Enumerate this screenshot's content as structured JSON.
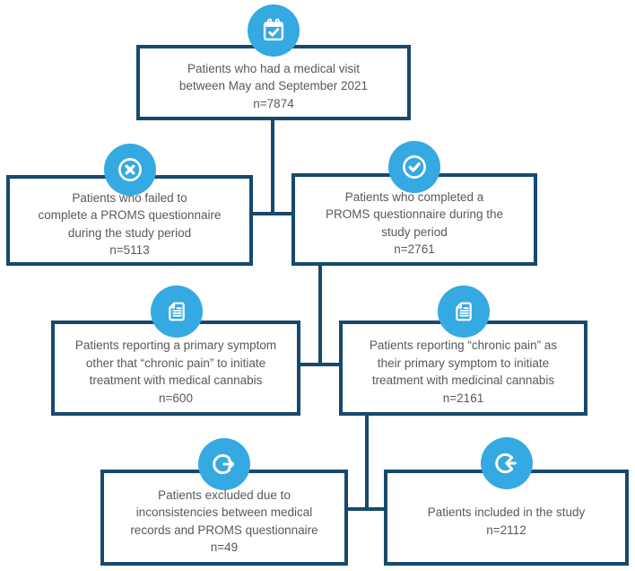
{
  "colors": {
    "box_border": "#17496D",
    "connector_line": "#17496D",
    "icon_circle_blue": "#35A9E1",
    "icon_glyph": "#FFFFFF",
    "body_text": "#58595B",
    "background": "#FFFFFF"
  },
  "flowchart": {
    "boxes": [
      {
        "id": "medical-visit",
        "icon": "calendar-check-icon",
        "n": "7874",
        "lines": [
          "Patients who had a medical visit",
          "between May and September 2021",
          "n=7874"
        ]
      },
      {
        "id": "failed-proms",
        "icon": "circle-x-icon",
        "n": "5113",
        "lines": [
          "Patients who failed to",
          "complete a PROMS questionnaire",
          "during the study period",
          "n=5113"
        ]
      },
      {
        "id": "completed-proms",
        "icon": "circle-check-icon",
        "n": "2761",
        "lines": [
          "Patients who completed a",
          "PROMS questionnaire during the",
          "study period",
          "n=2761"
        ]
      },
      {
        "id": "other-symptom",
        "icon": "document-icon",
        "n": "600",
        "lines": [
          "Patients reporting a primary symptom",
          "other that “chronic pain” to initiate",
          "treatment with medical cannabis",
          "n=600"
        ]
      },
      {
        "id": "chronic-pain-symptom",
        "icon": "document-icon",
        "n": "2161",
        "lines": [
          "Patients reporting “chronic pain” as",
          "their primary symptom to initiate",
          "treatment with medicinal cannabis",
          "n=2161"
        ]
      },
      {
        "id": "excluded-inconsistencies",
        "icon": "sign-out-icon",
        "n": "49",
        "lines": [
          "Patients excluded due to",
          "inconsistencies between medical",
          "records and PROMS questionnaire",
          "n=49"
        ]
      },
      {
        "id": "included-in-study",
        "icon": "sign-in-icon",
        "n": "2112",
        "lines": [
          "Patients included in the study",
          "n=2112"
        ]
      }
    ]
  }
}
